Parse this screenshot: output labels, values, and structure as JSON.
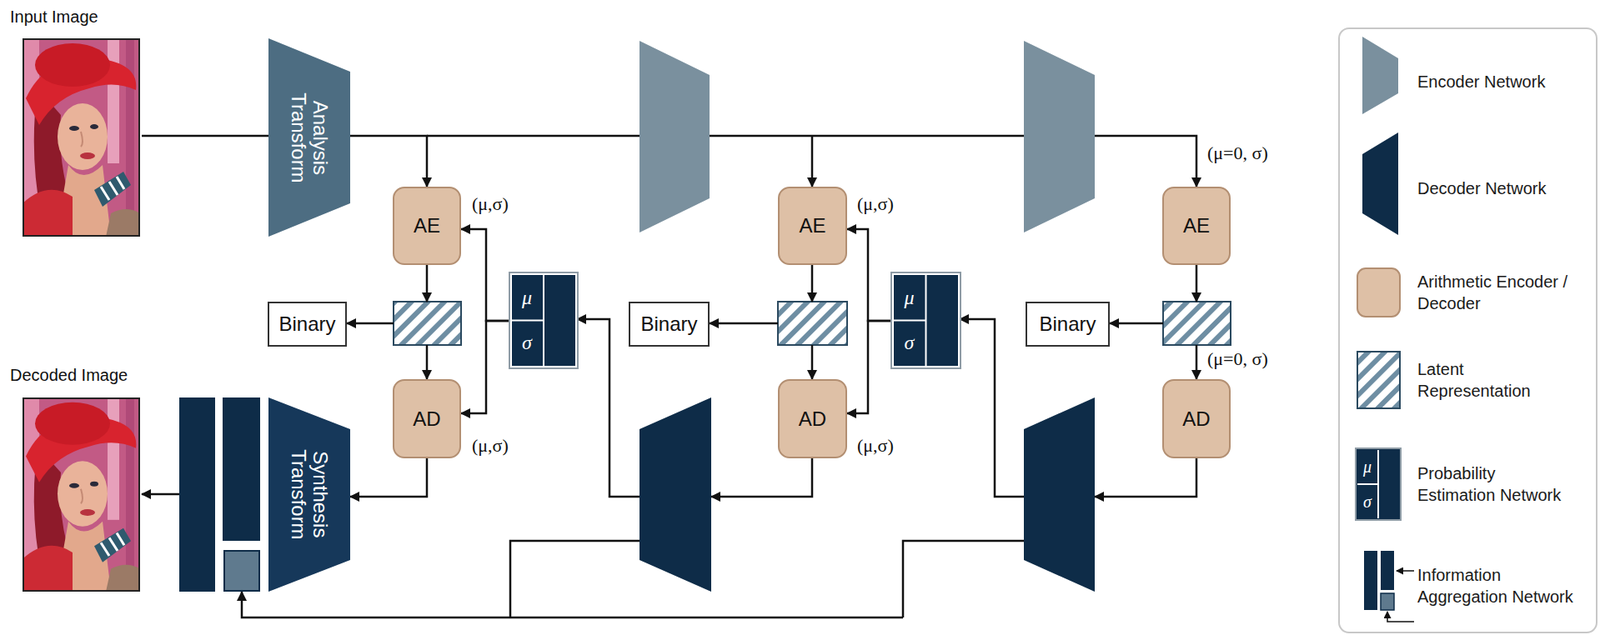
{
  "diagram": {
    "nodes": [
      {
        "text": [
          "Input Image"
        ]
      },
      {
        "text": [
          "Analysis Transform"
        ]
      },
      {
        "text": [
          "AE"
        ]
      },
      {
        "text": [
          "AE"
        ]
      },
      {
        "text": [
          "AE"
        ]
      },
      {
        "text": [
          "Binary"
        ]
      },
      {
        "text": [
          "μ",
          "σ"
        ]
      },
      {
        "text": [
          "Binary"
        ]
      },
      {
        "text": [
          "μ",
          "σ"
        ]
      },
      {
        "text": [
          "Binary"
        ]
      },
      {
        "text": [
          "Decoded Image"
        ]
      },
      {
        "text": [
          "Synthesis Transform"
        ]
      },
      {
        "text": [
          "AD"
        ]
      },
      {
        "text": [
          "AD"
        ]
      },
      {
        "text": [
          "AD"
        ]
      }
    ],
    "edges": [
      {
        "from": 0,
        "to": 1,
        "arrow": "none"
      },
      {
        "from": 1,
        "to": 2,
        "arrow": "to"
      },
      {
        "from": 6,
        "to": 2,
        "arrow": "to"
      },
      {
        "from": 6,
        "to": 12,
        "arrow": "to"
      },
      {
        "from": 12,
        "to": 11,
        "arrow": "to"
      },
      {
        "from": 11,
        "to": 10,
        "arrow": "to"
      },
      {
        "from": 8,
        "to": 3,
        "arrow": "to"
      },
      {
        "from": 8,
        "to": 13,
        "arrow": "to"
      }
    ],
    "labels": [
      "(μ,σ)",
      "(μ,σ)",
      "(μ,σ)",
      "(μ,σ)",
      "(μ=0, σ)",
      "(μ=0, σ)",
      "μ",
      "σ"
    ],
    "legend": [
      {
        "text": "Encoder Network"
      },
      {
        "text": "Decoder Network"
      },
      {
        "text": "Arithmetic Encoder / Decoder"
      },
      {
        "text": "Latent Representation"
      },
      {
        "text": "Probability Estimation Network"
      },
      {
        "text": "Information Aggregation Network"
      }
    ]
  }
}
